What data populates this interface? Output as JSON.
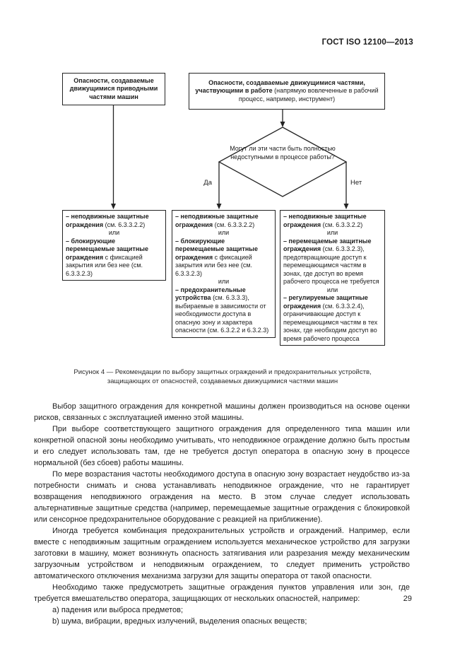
{
  "header": {
    "title": "ГОСТ ISO 12100—2013"
  },
  "flowchart": {
    "top_left_box": {
      "blocks": [
        {
          "align": "center",
          "runs": [
            {
              "t": "Опасности, создаваемые движущимися приводными частями машин",
              "b": 1
            }
          ]
        }
      ]
    },
    "top_right_box": {
      "blocks": [
        {
          "align": "center",
          "runs": [
            {
              "t": "Опасности, создаваемые движущимися частями, участвующими в работе",
              "b": 1
            },
            {
              "t": " (напрямую вовлеченные в рабочий процесс, например, инструмент)"
            }
          ]
        }
      ]
    },
    "decision": {
      "text": "Могут ли эти части быть полностью недоступными в процессе работы?"
    },
    "branch_yes": "Да",
    "branch_no": "Нет",
    "bottom_left_box": {
      "blocks": [
        {
          "runs": [
            {
              "t": "– неподвижные защитные ограждения",
              "b": 1
            },
            {
              "t": " (см. 6.3.3.2.2)"
            }
          ]
        },
        {
          "align": "center",
          "runs": [
            {
              "t": "или"
            }
          ]
        },
        {
          "runs": [
            {
              "t": "– блокирующие перемещаемые защитные ограждения",
              "b": 1
            },
            {
              "t": " с фиксацией закрытия или без нее (см. 6.3.3.2.3)"
            }
          ]
        }
      ]
    },
    "bottom_middle_box": {
      "blocks": [
        {
          "runs": [
            {
              "t": "– неподвижные защитные ограждения",
              "b": 1
            },
            {
              "t": " (см. 6.3.3.2.2)"
            }
          ]
        },
        {
          "align": "center",
          "runs": [
            {
              "t": "или"
            }
          ]
        },
        {
          "runs": [
            {
              "t": "– блокирующие перемещаемые защитные ограждения",
              "b": 1
            },
            {
              "t": " с фиксацией закрытия или без нее (см. 6.3.3.2.3)"
            }
          ]
        },
        {
          "align": "center",
          "runs": [
            {
              "t": "или"
            }
          ]
        },
        {
          "runs": [
            {
              "t": "– предохранительные устройства",
              "b": 1
            },
            {
              "t": " (см. 6.3.3.3), выбираемые в зависимости от необходимости доступа в опасную зону и характера опасности (см. 6.3.2.2 и 6.3.2.3)"
            }
          ]
        }
      ]
    },
    "bottom_right_box": {
      "blocks": [
        {
          "runs": [
            {
              "t": "– неподвижные защитные ограждения",
              "b": 1
            },
            {
              "t": " (см. 6.3.3.2.2)"
            }
          ]
        },
        {
          "align": "center",
          "runs": [
            {
              "t": "или"
            }
          ]
        },
        {
          "runs": [
            {
              "t": "– перемещаемые защитные ограждения",
              "b": 1
            },
            {
              "t": " (см. 6.3.3.2.3), предотвращающие доступ к перемещающимся частям в зонах, где доступ во время рабочего процесса не требуется"
            }
          ]
        },
        {
          "align": "center",
          "runs": [
            {
              "t": "или"
            }
          ]
        },
        {
          "runs": [
            {
              "t": "– регулируемые защитные ограждения",
              "b": 1
            },
            {
              "t": " (см. 6.3.3.2.4), ограничивающие доступ к перемещающимся частям в тех зонах, где необходим доступ во время рабочего процесса"
            }
          ]
        }
      ]
    }
  },
  "caption": {
    "line1": "Рисунок 4 — Рекомендации по выбору защитных ограждений и предохранительных устройств,",
    "line2": "защищающих от опасностей, создаваемых движущимися частями машин"
  },
  "body": {
    "paragraphs": [
      {
        "text": "Выбор защитного ограждения для конкретной машины должен производиться на основе оценки рисков, связанных с эксплуатацией именно этой машины."
      },
      {
        "text": "При выборе соответствующего защитного ограждения для определенного типа машин или конкретной опасной зоны необходимо учитывать, что неподвижное ограждение должно быть простым и его следует использовать там, где не требуется доступ оператора в опасную зону в процессе нормальной (без сбоев) работы машины."
      },
      {
        "text": "По мере возрастания частоты необходимого доступа в опасную зону возрастает неудобство из-за потребности снимать и снова устанавливать неподвижное ограждение, что не гарантирует возвращения неподвижного ограждения на место. В этом случае следует использовать альтернативные защитные средства (например, перемещаемые защитные ограждения с блокировкой или сенсорное предохранительное оборудование с реакцией на приближение)."
      },
      {
        "text": "Иногда требуется комбинация предохранительных устройств и ограждений. Например, если вместе с неподвижным защитным ограждением используется механическое устройство для загрузки заготовки в машину, может возникнуть опасность затягивания или разрезания между механическим загрузочным устройством и неподвижным ограждением, то следует применить устройство автоматического отключения механизма загрузки для защиты оператора от такой опасности."
      },
      {
        "text": "Необходимо также предусмотреть защитные ограждения пунктов управления или зон, где требуется вмешательство оператора, защищающих от нескольких опасностей, например:"
      }
    ],
    "list_items": [
      "a) падения или выброса предметов;",
      "b) шума, вибрации, вредных излучений, выделения опасных веществ;"
    ]
  },
  "footer": {
    "page_number": "29"
  }
}
